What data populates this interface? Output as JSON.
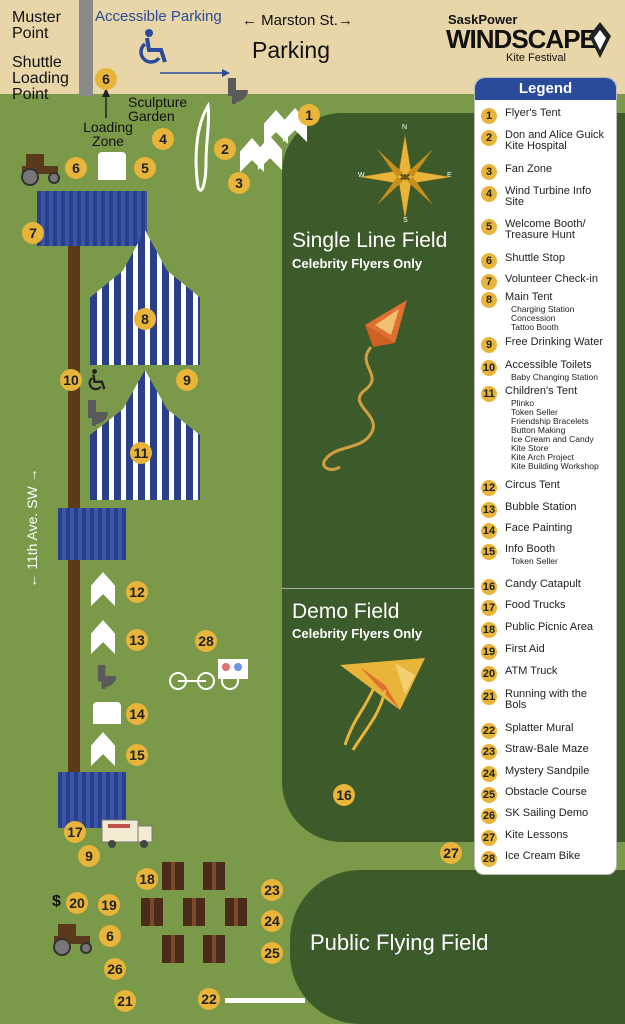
{
  "header": {
    "muster_point": "Muster Point",
    "shuttle_loading": "Shuttle Loading Point",
    "accessible_parking": "Accessible Parking",
    "marston": "← Marston St.→",
    "parking": "Parking",
    "loading_zone": "Loading Zone",
    "sculpture_garden": "Sculpture Garden",
    "street_side": "← 11th Ave. SW →"
  },
  "logo": {
    "line1": "SaskPower",
    "line2": "WINDSCAPE",
    "line3": "Kite Festival"
  },
  "fields": {
    "single_line": "Single Line Field",
    "single_line_sub": "Celebrity Flyers Only",
    "demo": "Demo Field",
    "demo_sub": "Celebrity Flyers Only",
    "public": "Public Flying Field"
  },
  "compass": {
    "n": "N",
    "e": "E",
    "s": "S",
    "w": "W"
  },
  "currency": "$",
  "legend": {
    "title": "Legend",
    "items": [
      {
        "num": "1",
        "label": "Flyer's Tent",
        "subs": []
      },
      {
        "num": "2",
        "label": "Don and Alice Guick Kite Hospital",
        "subs": []
      },
      {
        "num": "3",
        "label": "Fan Zone",
        "subs": []
      },
      {
        "num": "4",
        "label": "Wind Turbine Info Site",
        "subs": []
      },
      {
        "num": "5",
        "label": "Welcome Booth/ Treasure Hunt",
        "subs": []
      },
      {
        "num": "6",
        "label": "Shuttle Stop",
        "subs": []
      },
      {
        "num": "7",
        "label": "Volunteer Check-in",
        "subs": []
      },
      {
        "num": "8",
        "label": "Main Tent",
        "subs": [
          "Charging Station",
          "Concession",
          "Tattoo Booth"
        ]
      },
      {
        "num": "9",
        "label": "Free Drinking Water",
        "subs": []
      },
      {
        "num": "10",
        "label": "Accessible Toilets",
        "subs": [
          "Baby Changing Station"
        ]
      },
      {
        "num": "11",
        "label": "Children's Tent",
        "subs": [
          "Plinko",
          "Token Seller",
          "Friendship Bracelets",
          "Button Making",
          "Ice Cream and Candy",
          "Kite Store",
          "Kite Arch Project",
          "Kite Building Workshop"
        ]
      },
      {
        "num": "12",
        "label": "Circus Tent",
        "subs": []
      },
      {
        "num": "13",
        "label": "Bubble Station",
        "subs": []
      },
      {
        "num": "14",
        "label": "Face Painting",
        "subs": []
      },
      {
        "num": "15",
        "label": "Info Booth",
        "subs": [
          "Token Seller"
        ]
      },
      {
        "num": "16",
        "label": "Candy Catapult",
        "subs": []
      },
      {
        "num": "17",
        "label": "Food Trucks",
        "subs": []
      },
      {
        "num": "18",
        "label": "Public Picnic Area",
        "subs": []
      },
      {
        "num": "19",
        "label": "First Aid",
        "subs": []
      },
      {
        "num": "20",
        "label": "ATM Truck",
        "subs": []
      },
      {
        "num": "21",
        "label": "Running with the Bols",
        "subs": []
      },
      {
        "num": "22",
        "label": "Splatter Mural",
        "subs": []
      },
      {
        "num": "23",
        "label": "Straw-Bale Maze",
        "subs": []
      },
      {
        "num": "24",
        "label": "Mystery Sandpile",
        "subs": []
      },
      {
        "num": "25",
        "label": "Obstacle Course",
        "subs": []
      },
      {
        "num": "26",
        "label": "SK Sailing Demo",
        "subs": []
      },
      {
        "num": "27",
        "label": "Kite Lessons",
        "subs": []
      },
      {
        "num": "28",
        "label": "Ice Cream Bike",
        "subs": []
      }
    ]
  },
  "markers": [
    "1",
    "2",
    "3",
    "4",
    "5",
    "6",
    "7",
    "8",
    "9",
    "10",
    "11",
    "12",
    "13",
    "14",
    "15",
    "16",
    "17",
    "18",
    "19",
    "20",
    "21",
    "22",
    "23",
    "24",
    "25",
    "26",
    "27",
    "28"
  ],
  "colors": {
    "grass": "#7a9a4a",
    "field": "#3d5a2a",
    "parking": "#e8d5a8",
    "marker": "#e8b43a",
    "legend_header": "#2a4b9a",
    "tent_blue": "#2a3f8a"
  }
}
